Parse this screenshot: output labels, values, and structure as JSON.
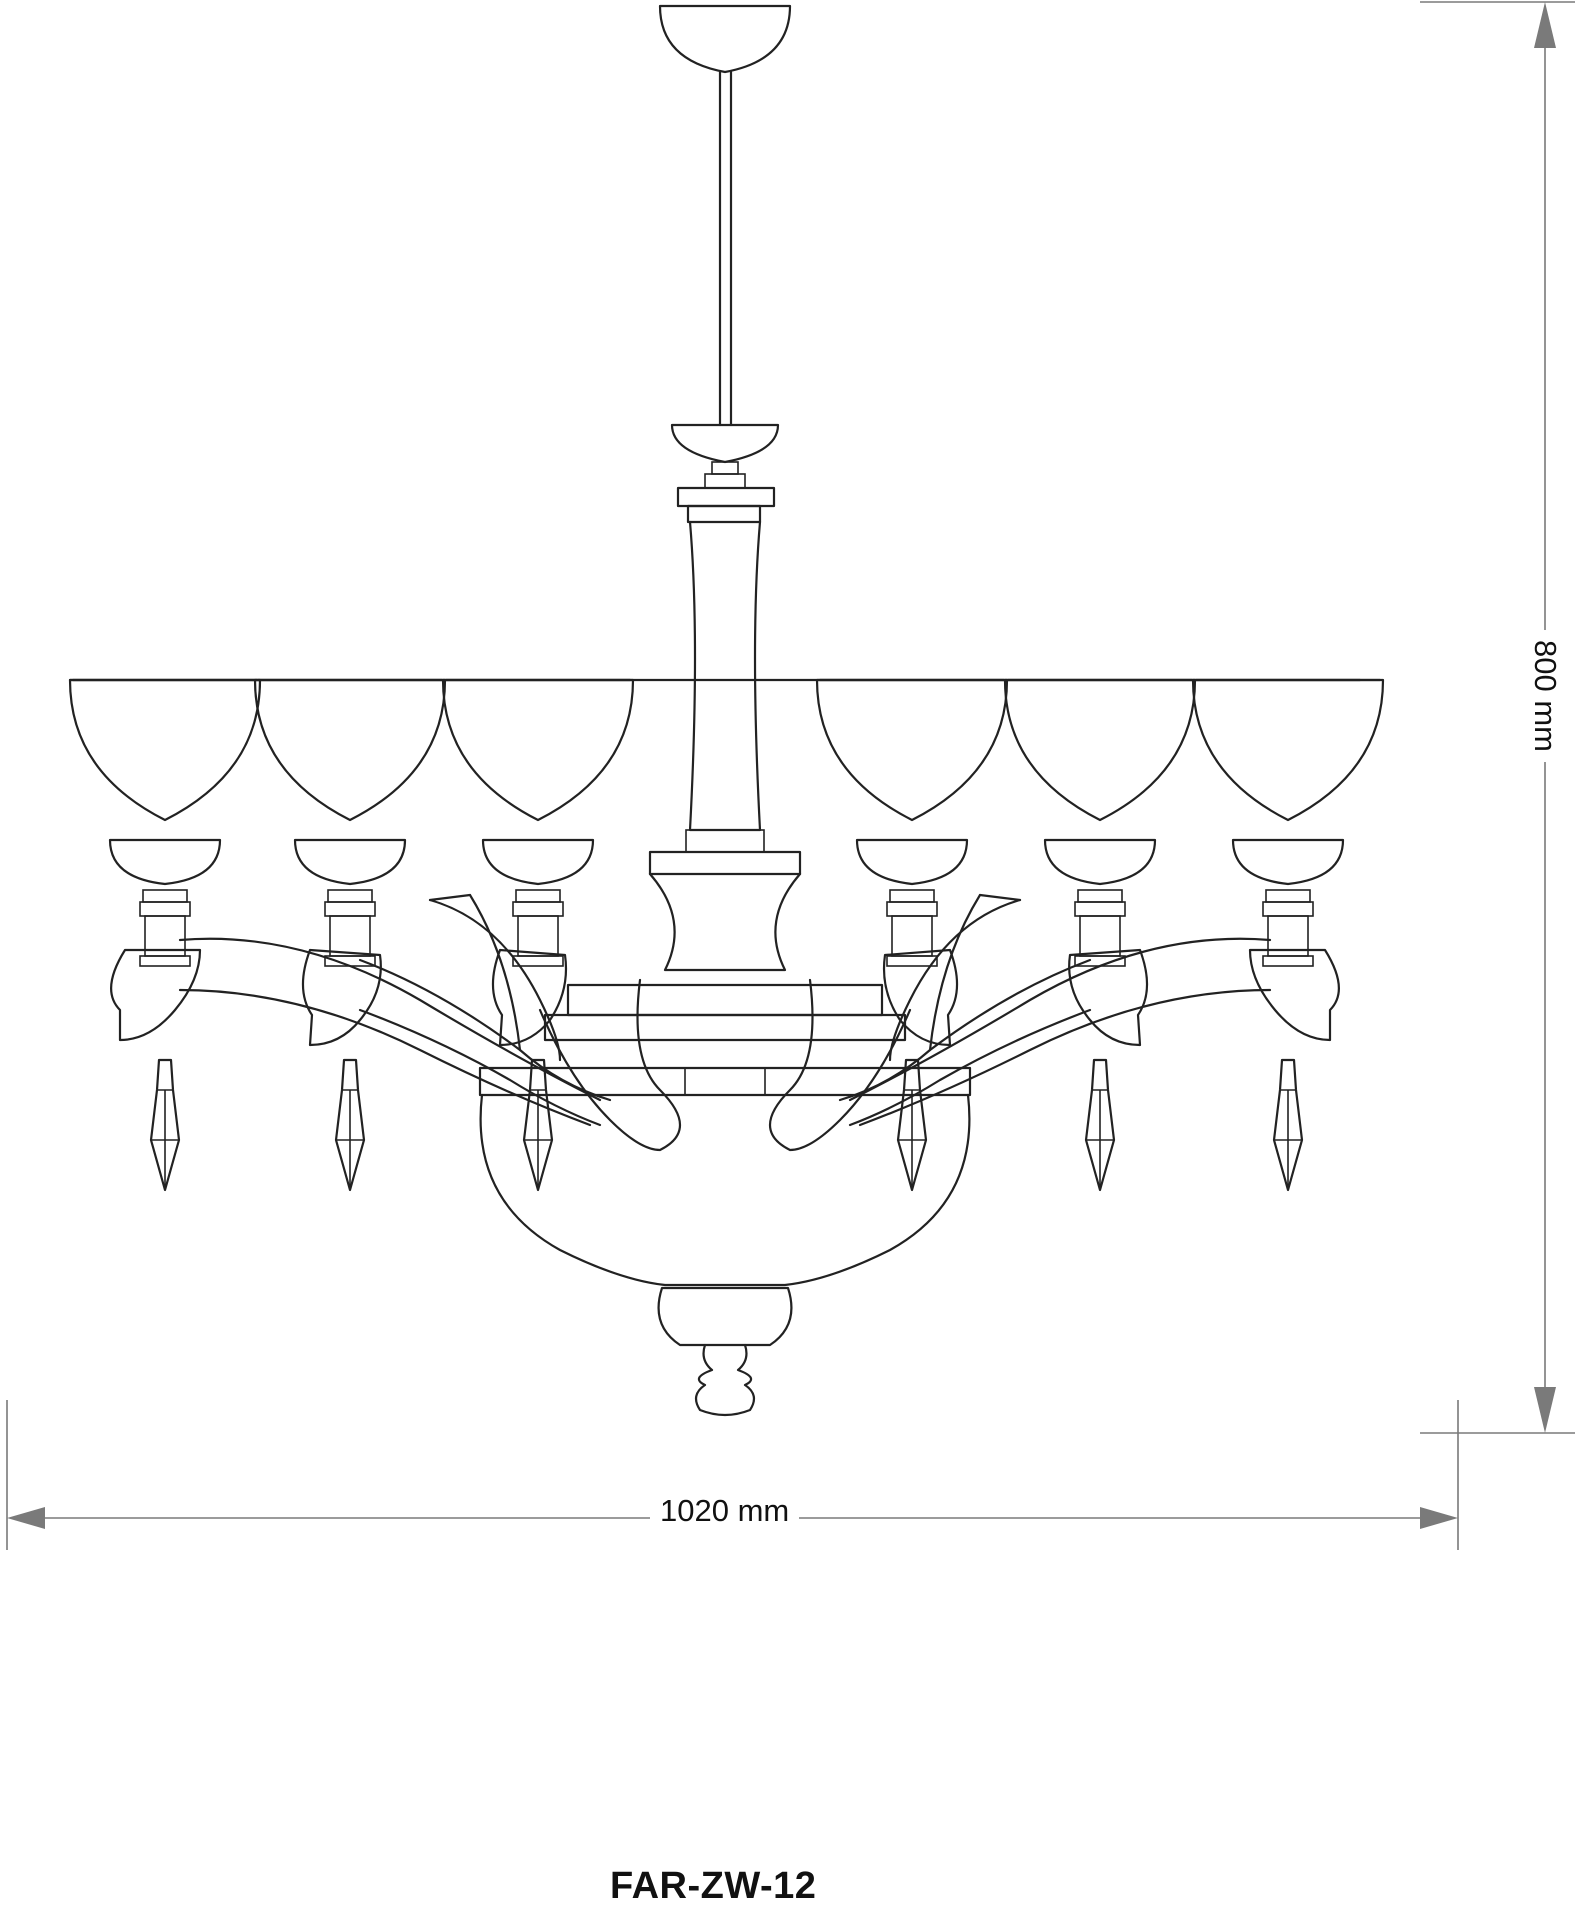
{
  "drawing": {
    "subject_icon": "chandelier-line-drawing",
    "line_color": "#222222",
    "dimension_line_color": "#7a7a7a",
    "background": "#ffffff"
  },
  "dimensions": {
    "width_label": "1020 mm",
    "height_label": "800 mm"
  },
  "model_code": "FAR-ZW-12"
}
